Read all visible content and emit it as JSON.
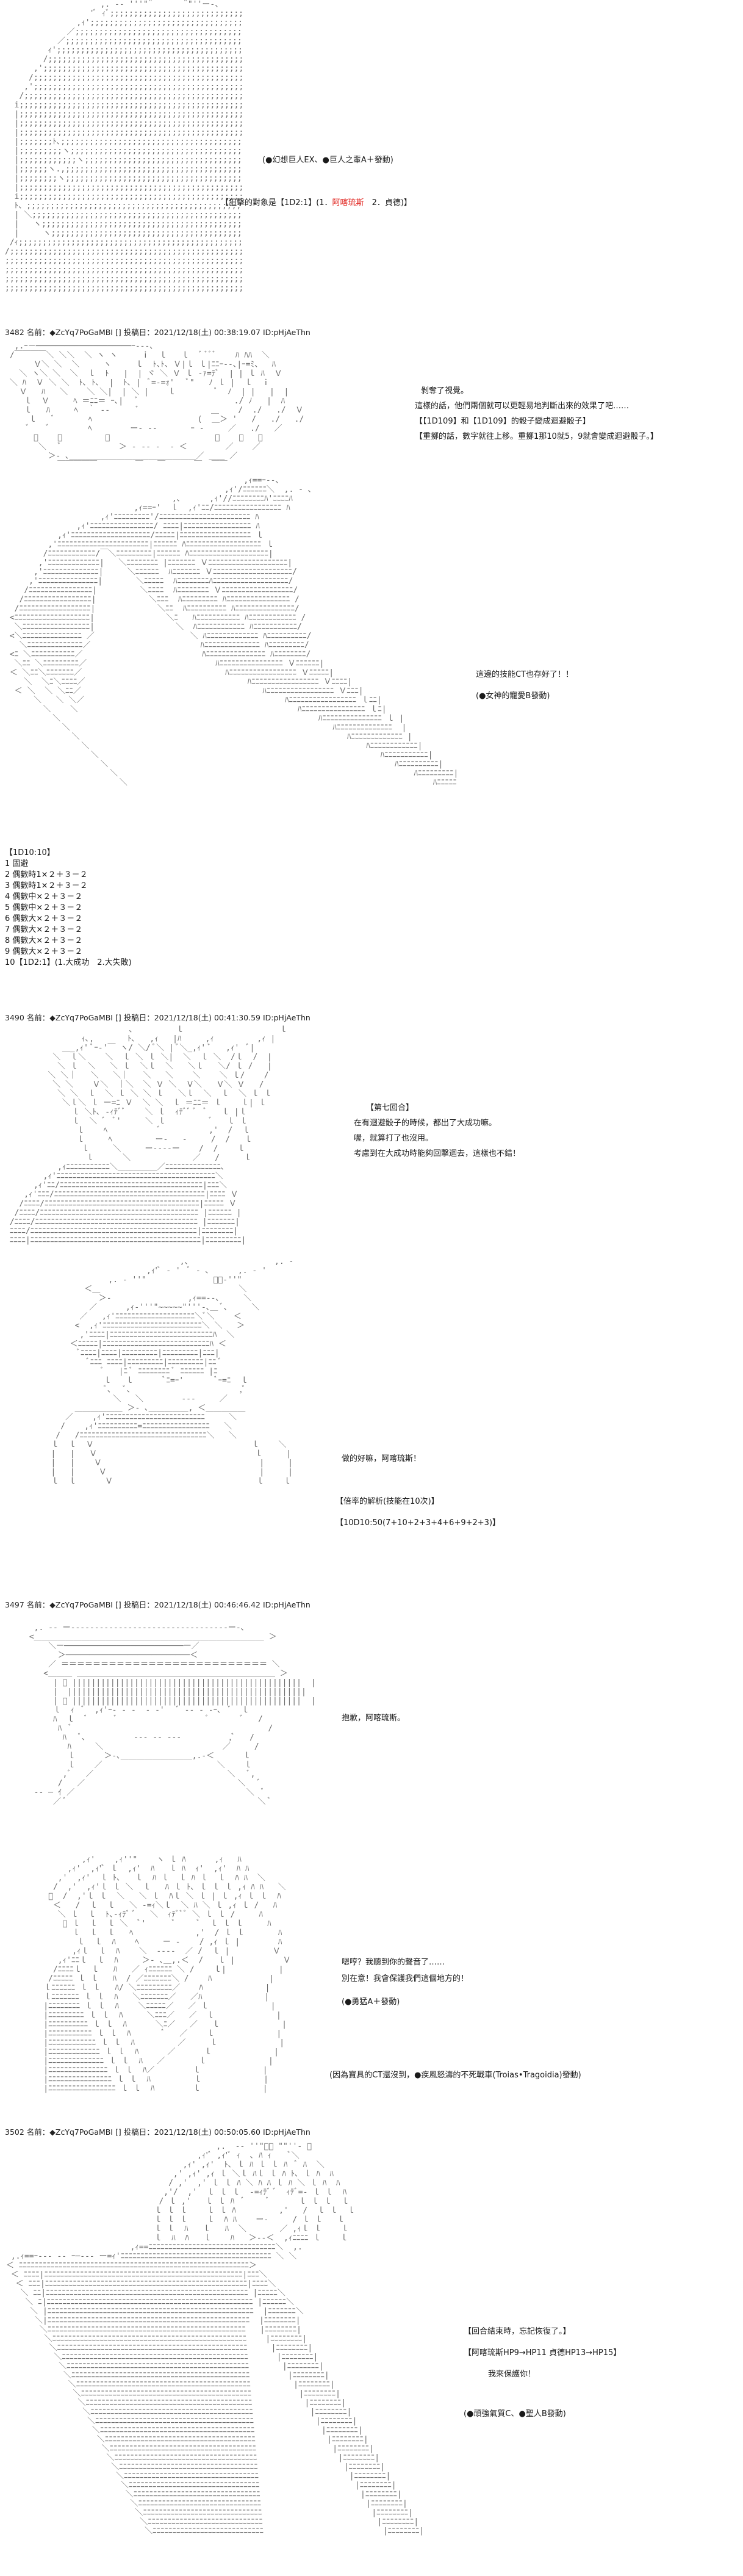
{
  "s1": {
    "text1": "(●幻想巨人EX、●巨人之輩A＋發動)",
    "text2_pre": "【狙擊的對象是【1D2:1】(1．",
    "text2_red": "阿喀琉斯",
    "text2_post": "　2．貞德)】"
  },
  "post3482": {
    "header": "3482 名前：◆ZcYq7PoGaMBI [] 投稿日：2021/12/18(土) 00:38:19.07 ID:pHjAeThn",
    "lines": [
      "剝奪了視覺。",
      "這樣的話，他們兩個就可以更輕易地判斷出來的效果了吧……",
      "【【1D109】和【1D109】的骰子變成迴避骰子】",
      "【重擲的話，數字就往上移。重擲1那10就5，9就會變成迴避骰子。】"
    ],
    "line5": "這邊的技能CT也存好了！！",
    "line6": "(●女神的寵愛B發動)",
    "roll_title": "【1D10:10】",
    "rolls": [
      "1 固避",
      "2 偶數時1×２＋３－２",
      "3 偶數時1×２＋３－２",
      "4 偶數中×２＋３－２",
      "5 偶數中×２＋３－２",
      "6 偶數大×２＋３－２",
      "7 偶數大×２＋３－２",
      "8 偶數大×２＋３－２",
      "9 偶數大×２＋３－２"
    ],
    "roll_last": "10【1D2:1】(1.大成功　2.大失敗)"
  },
  "post3490": {
    "header": "3490 名前：◆ZcYq7PoGaMBI [] 投稿日：2021/12/18(土) 00:41:30.59 ID:pHjAeThn",
    "lines": [
      "【第七回合】",
      "在有迴避骰子的時候，都出了大成功嘛。",
      "喔，就算打了也沒用。",
      "考慮到在大成功時能夠回擊迴去，這樣也不錯！"
    ],
    "line2a": "做的好嘛，阿喀琉斯！",
    "line2b": "【倍率的解析(技能在10次)】",
    "line2c": "【10D10:50(7+10+2+3+4+6+9+2+3)】"
  },
  "post3497": {
    "header": "3497 名前：◆ZcYq7PoGaMBI [] 投稿日：2021/12/18(土) 00:46:46.42 ID:pHjAeThn",
    "line1": "抱歉，阿喀琉斯。",
    "lines2": [
      "嗯哼？我聽到你的聲音了……",
      "別在意！我會保護我們這個地方的！"
    ],
    "line3": "(●勇猛A＋發動)",
    "line4": "(因為寶具的CT還沒到，●疾風怒濤的不死戰車(Troias•Tragoidia)發動)"
  },
  "post3502": {
    "header": "3502 名前：◆ZcYq7PoGaMBI [] 投稿日：2021/12/18(土) 00:50:05.60 ID:pHjAeThn",
    "lines": [
      "【回合結束時，忘記恢復了。】",
      "【阿喀琉斯HP9→HP11 貞德HP13→HP15】",
      "我來保護你！"
    ],
    "line4": "(●頑強氣質C、●聖人B發動)"
  }
}
